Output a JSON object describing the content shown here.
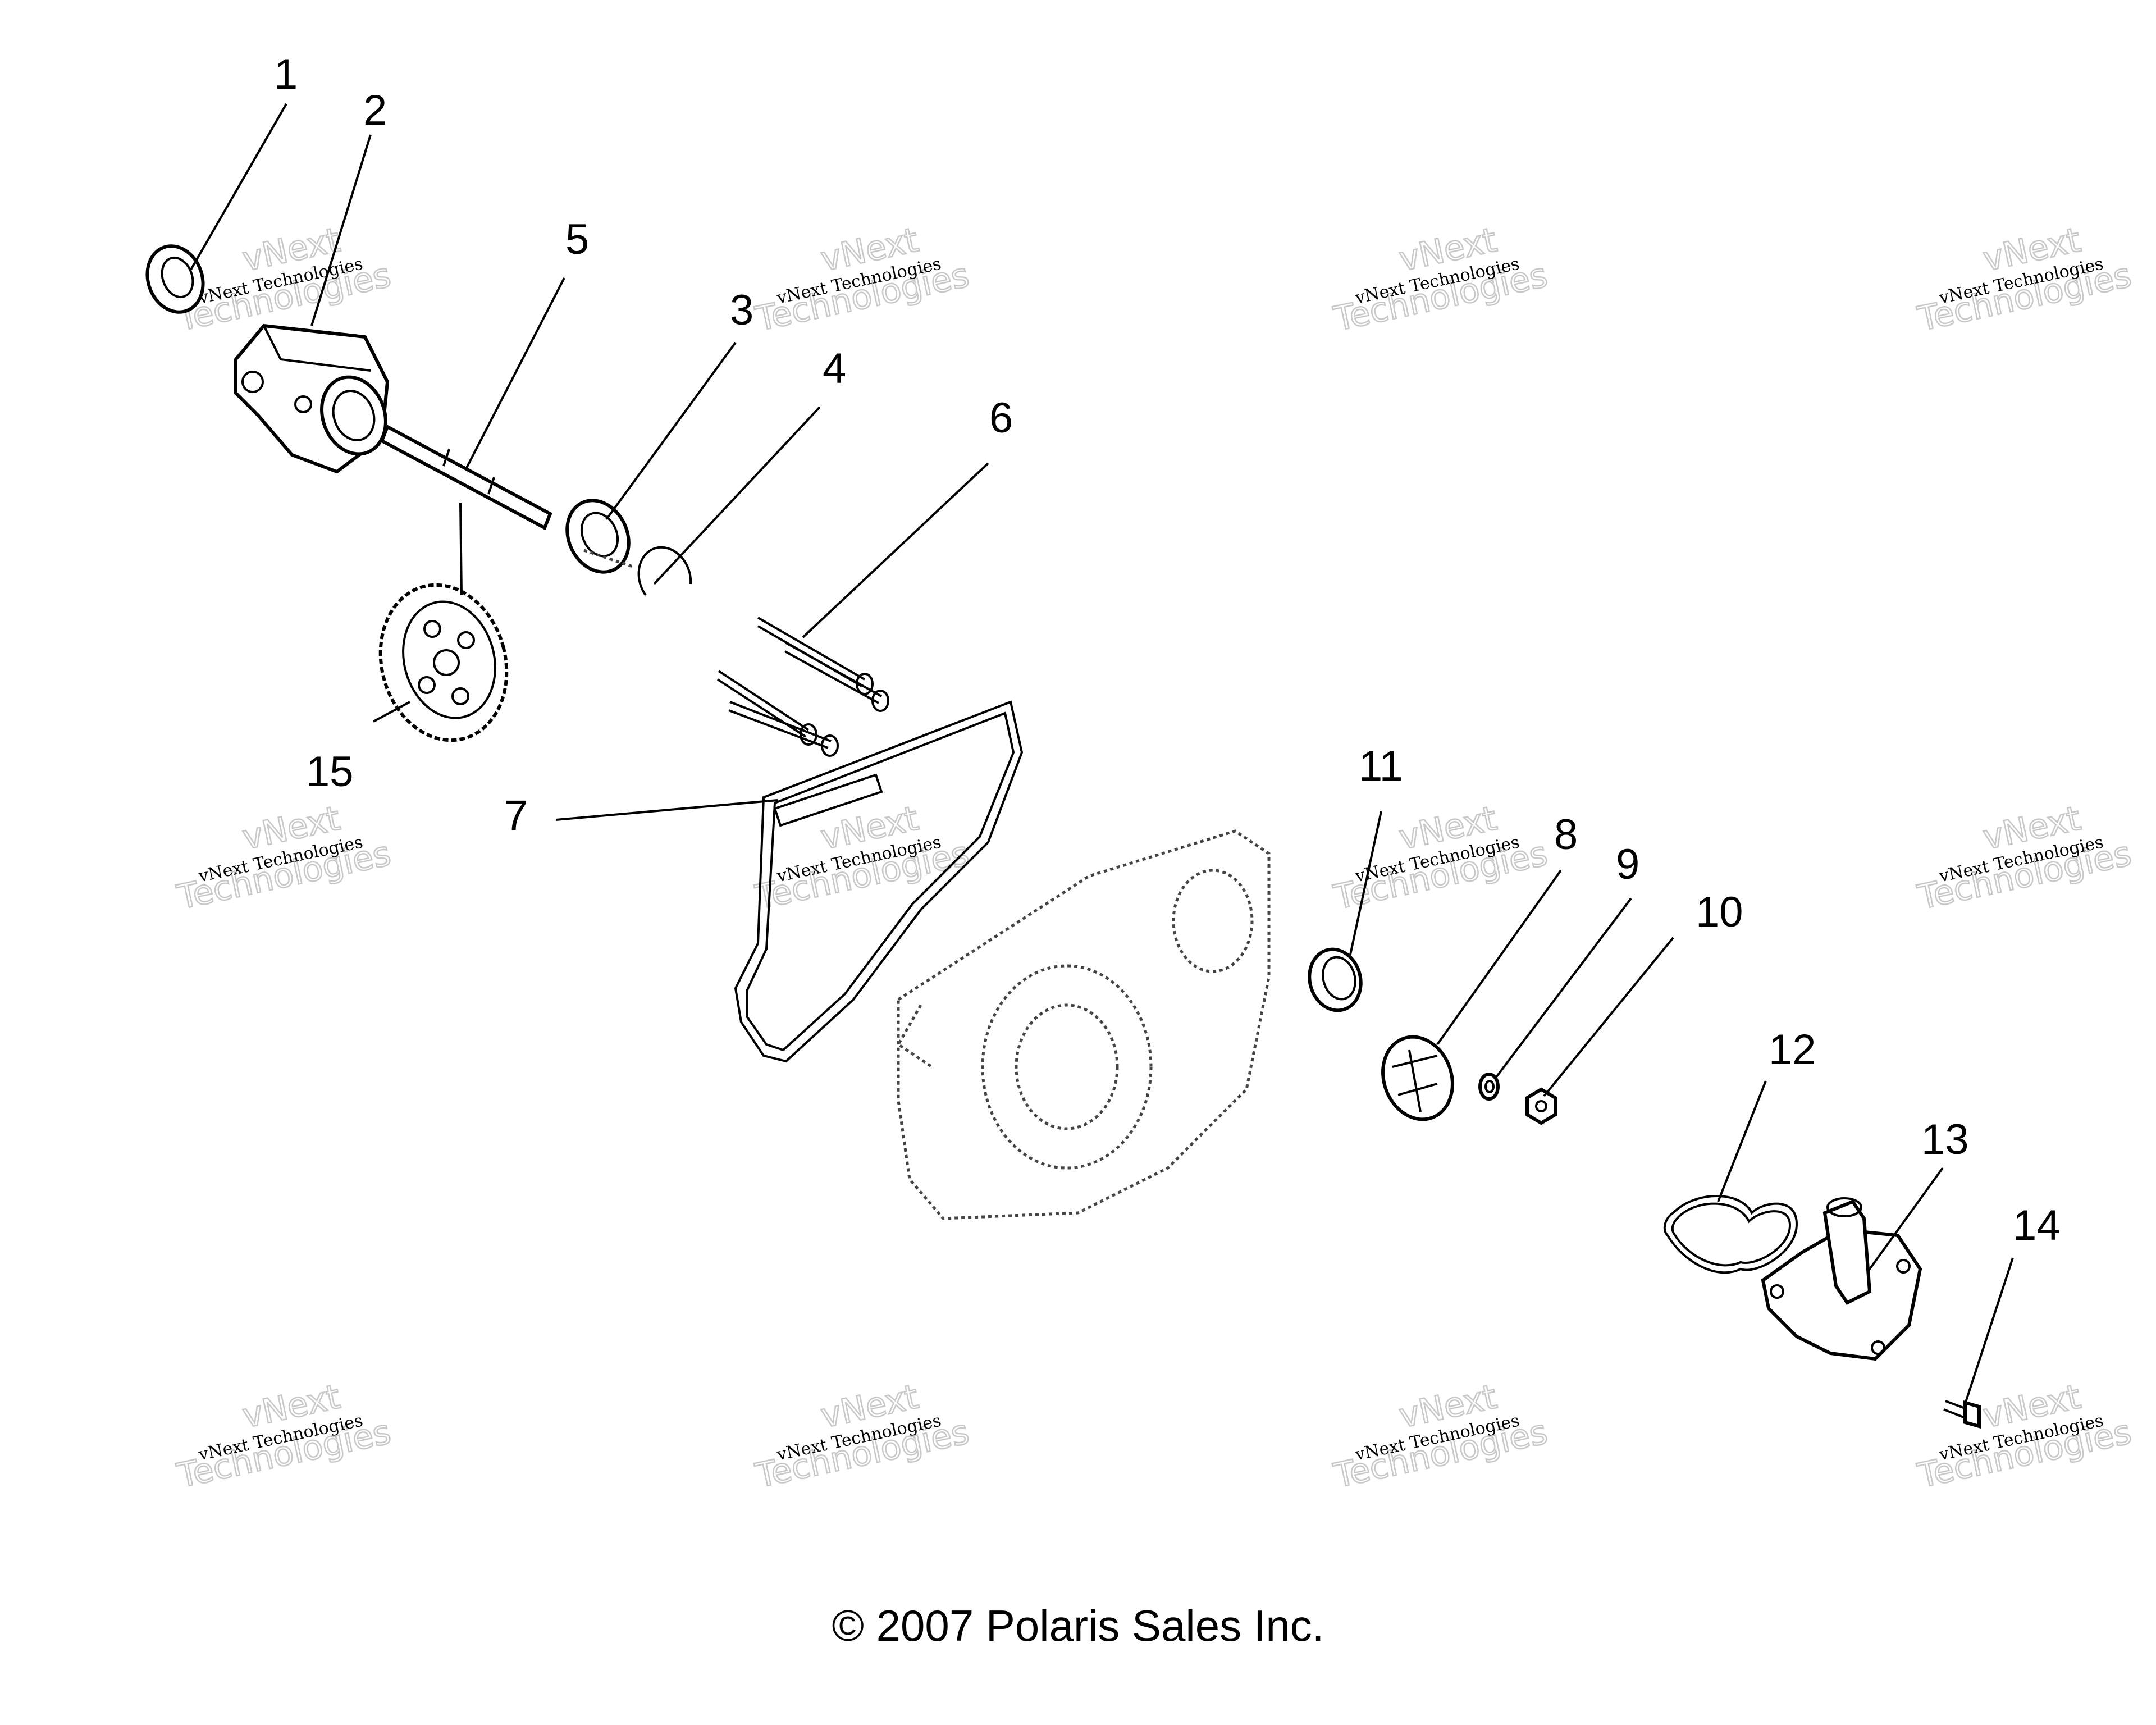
{
  "callouts": [
    {
      "id": "1",
      "label": "1"
    },
    {
      "id": "2",
      "label": "2"
    },
    {
      "id": "3",
      "label": "3"
    },
    {
      "id": "4",
      "label": "4"
    },
    {
      "id": "5",
      "label": "5"
    },
    {
      "id": "6",
      "label": "6"
    },
    {
      "id": "7",
      "label": "7"
    },
    {
      "id": "8",
      "label": "8"
    },
    {
      "id": "9",
      "label": "9"
    },
    {
      "id": "10",
      "label": "10"
    },
    {
      "id": "11",
      "label": "11"
    },
    {
      "id": "12",
      "label": "12"
    },
    {
      "id": "13",
      "label": "13"
    },
    {
      "id": "14",
      "label": "14"
    },
    {
      "id": "15",
      "label": "15"
    }
  ],
  "watermark": {
    "line1": "vNext Technologies",
    "line2": "vNext",
    "line3": "Technologies"
  },
  "copyright": "© 2007 Polaris Sales Inc."
}
